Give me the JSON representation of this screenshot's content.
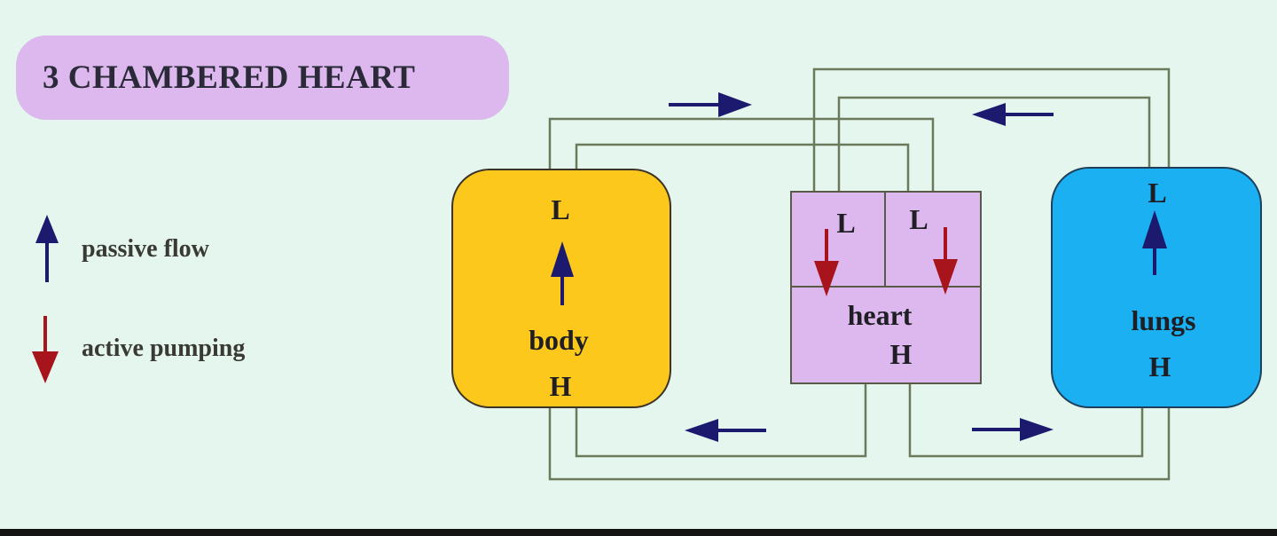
{
  "title": "3 CHAMBERED HEART",
  "legend": {
    "passive": {
      "label": "passive flow",
      "color": "#1c1a6e"
    },
    "active": {
      "label": "active pumping",
      "color": "#a8141c"
    }
  },
  "organs": {
    "body": {
      "name": "body",
      "low": "L",
      "high": "H",
      "color": "#fdc81c"
    },
    "heart": {
      "name": "heart",
      "low_left": "L",
      "low_right": "L",
      "high": "H",
      "color": "#dcb8ee"
    },
    "lungs": {
      "name": "lungs",
      "low": "L",
      "high": "H",
      "color": "#1ab0f2"
    }
  },
  "colors": {
    "background": "#e4f6ee",
    "vessel": "#6b7a5a",
    "passive_arrow": "#1c1a6e",
    "active_arrow": "#a8141c"
  }
}
